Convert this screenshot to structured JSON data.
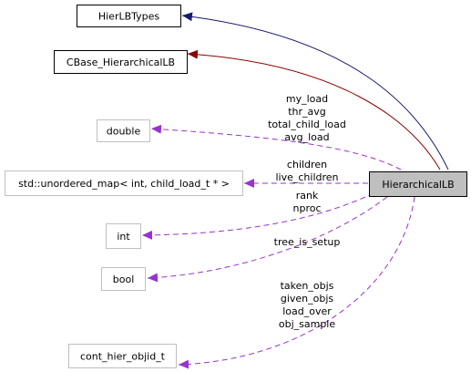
{
  "diagram": {
    "title_node": {
      "label": "HierarchicalLB"
    },
    "nodes": {
      "hierlbtypes": {
        "label": "HierLBTypes"
      },
      "cbase": {
        "label": "CBase_HierarchicalLB"
      },
      "double": {
        "label": "double"
      },
      "map": {
        "label": "std::unordered_map< int, child_load_t * >"
      },
      "int": {
        "label": "int"
      },
      "bool": {
        "label": "bool"
      },
      "cont": {
        "label": "cont_hier_objid_t"
      }
    },
    "edge_labels": {
      "double": [
        "my_load",
        "thr_avg",
        "total_child_load",
        "avg_load"
      ],
      "map": [
        "children",
        "live_children"
      ],
      "int": [
        "rank",
        "nproc"
      ],
      "bool": [
        "tree_is_setup"
      ],
      "cont": [
        "taken_objs",
        "given_objs",
        "load_over",
        "obj_sample"
      ]
    },
    "colors": {
      "inheritance_public": "#191970",
      "inheritance_protected": "#8b0000",
      "usage": "#9a32cd"
    }
  }
}
